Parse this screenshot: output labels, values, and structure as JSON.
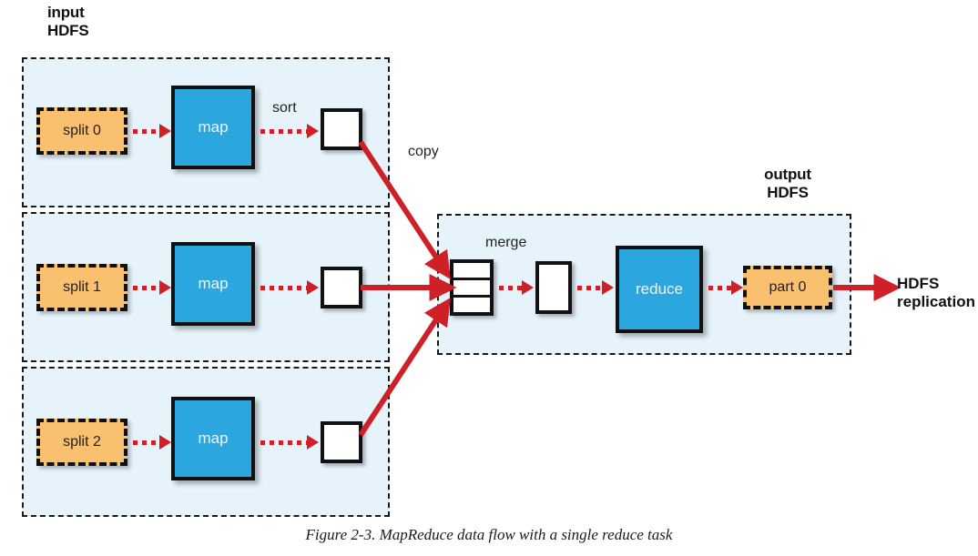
{
  "figure": {
    "caption": "Figure 2-3. MapReduce data flow with a single reduce task"
  },
  "labels": {
    "input_hdfs": "input\nHDFS",
    "output_hdfs": "output\nHDFS",
    "sort": "sort",
    "copy": "copy",
    "merge": "merge",
    "hdfs_replication": "HDFS\nreplication"
  },
  "colors": {
    "split_fill": "#f9c06f",
    "proc_fill": "#2ba6de",
    "hdfs_fill": "#e6f3fb",
    "arrow_red": "#cf2027",
    "outline": "#111111",
    "white": "#ffffff"
  },
  "input_rows": [
    {
      "split_label": "split 0",
      "map_label": "map"
    },
    {
      "split_label": "split 1",
      "map_label": "map"
    },
    {
      "split_label": "split 2",
      "map_label": "map"
    }
  ],
  "output_stage": {
    "reduce_label": "reduce",
    "part_label": "part 0",
    "merge_cells": 3
  },
  "chart_data": {
    "type": "diagram",
    "title": "MapReduce data flow with a single reduce task",
    "nodes": [
      {
        "id": "split0",
        "label": "split 0",
        "kind": "hdfs-split",
        "group": "input HDFS"
      },
      {
        "id": "map0",
        "label": "map",
        "kind": "task",
        "group": "input HDFS"
      },
      {
        "id": "sortbuf0",
        "label": "",
        "kind": "buffer",
        "group": "input HDFS"
      },
      {
        "id": "split1",
        "label": "split 1",
        "kind": "hdfs-split",
        "group": "input HDFS"
      },
      {
        "id": "map1",
        "label": "map",
        "kind": "task",
        "group": "input HDFS"
      },
      {
        "id": "sortbuf1",
        "label": "",
        "kind": "buffer",
        "group": "input HDFS"
      },
      {
        "id": "split2",
        "label": "split 2",
        "kind": "hdfs-split",
        "group": "input HDFS"
      },
      {
        "id": "map2",
        "label": "map",
        "kind": "task",
        "group": "input HDFS"
      },
      {
        "id": "sortbuf2",
        "label": "",
        "kind": "buffer",
        "group": "input HDFS"
      },
      {
        "id": "mergestack",
        "label": "",
        "kind": "merge-stack",
        "group": "output HDFS"
      },
      {
        "id": "mergebuf",
        "label": "",
        "kind": "buffer",
        "group": "output HDFS"
      },
      {
        "id": "reduce",
        "label": "reduce",
        "kind": "task",
        "group": "output HDFS"
      },
      {
        "id": "part0",
        "label": "part 0",
        "kind": "hdfs-part",
        "group": "output HDFS"
      },
      {
        "id": "replication",
        "label": "HDFS replication",
        "kind": "terminal",
        "group": ""
      }
    ],
    "edges": [
      {
        "from": "split0",
        "to": "map0",
        "style": "dotted",
        "label": ""
      },
      {
        "from": "map0",
        "to": "sortbuf0",
        "style": "dotted",
        "label": "sort"
      },
      {
        "from": "sortbuf0",
        "to": "mergestack",
        "style": "solid",
        "label": "copy"
      },
      {
        "from": "split1",
        "to": "map1",
        "style": "dotted",
        "label": ""
      },
      {
        "from": "map1",
        "to": "sortbuf1",
        "style": "dotted",
        "label": "sort"
      },
      {
        "from": "sortbuf1",
        "to": "mergestack",
        "style": "solid",
        "label": "copy"
      },
      {
        "from": "split2",
        "to": "map2",
        "style": "dotted",
        "label": ""
      },
      {
        "from": "map2",
        "to": "sortbuf2",
        "style": "dotted",
        "label": "sort"
      },
      {
        "from": "sortbuf2",
        "to": "mergestack",
        "style": "solid",
        "label": "copy"
      },
      {
        "from": "mergestack",
        "to": "mergebuf",
        "style": "dotted",
        "label": "merge"
      },
      {
        "from": "mergebuf",
        "to": "reduce",
        "style": "dotted",
        "label": ""
      },
      {
        "from": "reduce",
        "to": "part0",
        "style": "dotted",
        "label": ""
      },
      {
        "from": "part0",
        "to": "replication",
        "style": "solid",
        "label": ""
      }
    ]
  }
}
